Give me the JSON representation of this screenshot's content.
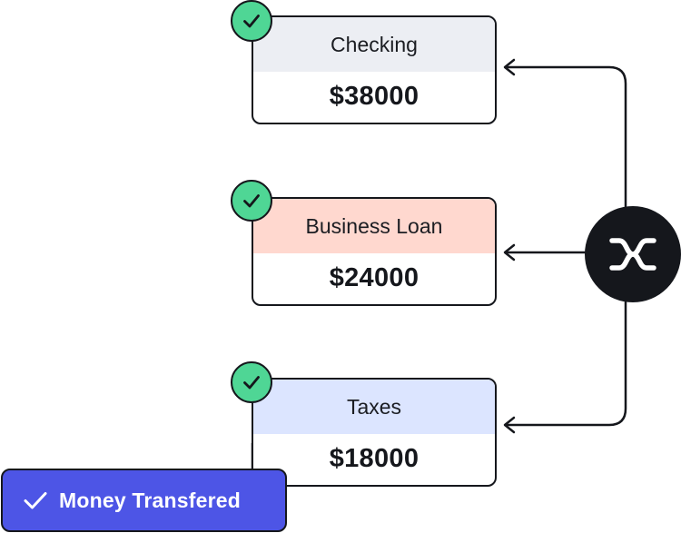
{
  "accounts": [
    {
      "name": "Checking",
      "amount": "$38000",
      "header_color": "#eceef3"
    },
    {
      "name": "Business Loan",
      "amount": "$24000",
      "header_color": "#ffd8cf"
    },
    {
      "name": "Taxes",
      "amount": "$18000",
      "header_color": "#dce5ff"
    }
  ],
  "hub": {
    "icon": "split-transfer-icon"
  },
  "toast": {
    "label": "Money Transfered",
    "icon": "checkmark-icon",
    "color": "#4d55e6"
  },
  "colors": {
    "badge": "#4fd695",
    "ink": "#15171c"
  }
}
